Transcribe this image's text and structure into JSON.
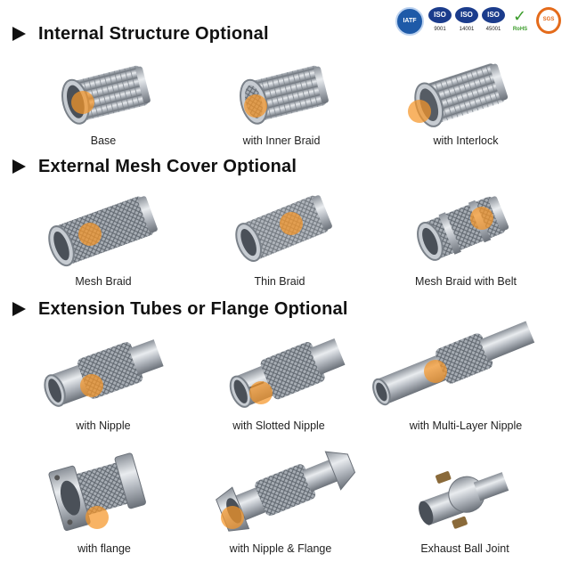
{
  "certifications": {
    "iatf": "IATF",
    "iso_mark": "ISO",
    "iso_9001": "9001",
    "iso_14001": "14001",
    "iso_45001": "45001",
    "rohs": "RoHS",
    "sgs": "SGS"
  },
  "sections": [
    {
      "title": "Internal Structure Optional"
    },
    {
      "title": "External Mesh Cover Optional"
    },
    {
      "title": "Extension Tubes or Flange Optional"
    }
  ],
  "captions": {
    "base": "Base",
    "inner_braid": "with Inner Braid",
    "interlock": "with Interlock",
    "mesh_braid": "Mesh Braid",
    "thin_braid": "Thin Braid",
    "mesh_braid_belt": "Mesh Braid with Belt",
    "nipple": "with Nipple",
    "slotted_nipple": "with Slotted Nipple",
    "multi_layer_nipple": "with Multi-Layer Nipple",
    "flange": "with flange",
    "nipple_flange": "with Nipple & Flange",
    "ball_joint": "Exhaust Ball Joint"
  },
  "colors": {
    "highlight": "#f5962a",
    "steel": "#b9bec5",
    "steel_dark": "#6f767e"
  }
}
